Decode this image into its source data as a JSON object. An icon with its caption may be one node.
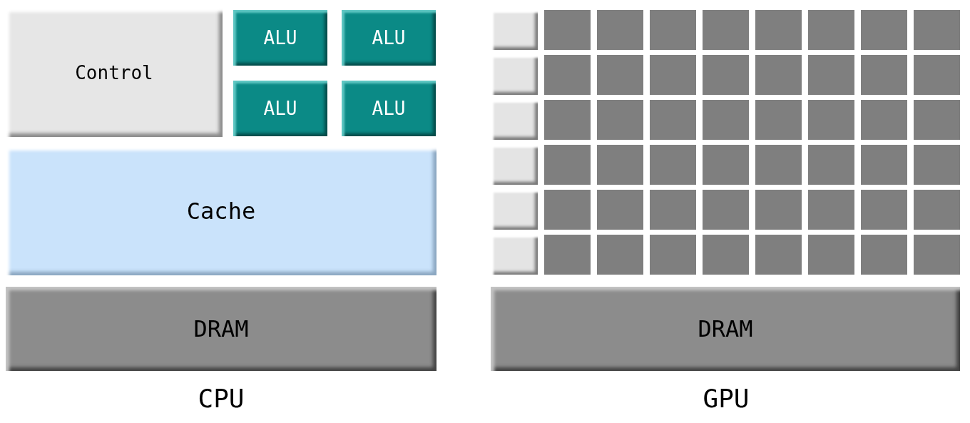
{
  "diagram": {
    "nodes": [
      {
        "text": [
          "Control"
        ]
      },
      {
        "text": [
          "ALU"
        ]
      },
      {
        "text": [
          "ALU"
        ]
      },
      {
        "text": [
          "ALU"
        ]
      },
      {
        "text": [
          "ALU"
        ]
      },
      {
        "text": [
          "Cache"
        ]
      },
      {
        "text": [
          "DRAM"
        ]
      },
      {
        "text": [],
        "shape": "box"
      },
      {
        "text": [],
        "shape": "box"
      },
      {
        "text": [],
        "shape": "box"
      },
      {
        "text": [],
        "shape": "box"
      },
      {
        "text": [],
        "shape": "box"
      },
      {
        "text": [],
        "shape": "box"
      },
      {
        "text": [],
        "shape": "box"
      },
      {
        "text": [],
        "shape": "box"
      },
      {
        "text": [],
        "shape": "box"
      },
      {
        "text": [],
        "shape": "box"
      },
      {
        "text": [],
        "shape": "box"
      },
      {
        "text": [],
        "shape": "box"
      },
      {
        "text": [],
        "shape": "box"
      },
      {
        "text": [],
        "shape": "box"
      },
      {
        "text": [],
        "shape": "box"
      },
      {
        "text": [],
        "shape": "box"
      },
      {
        "text": [],
        "shape": "box"
      },
      {
        "text": [],
        "shape": "box"
      },
      {
        "text": [],
        "shape": "box"
      },
      {
        "text": [],
        "shape": "box"
      },
      {
        "text": [],
        "shape": "box"
      },
      {
        "text": [],
        "shape": "box"
      },
      {
        "text": [],
        "shape": "box"
      },
      {
        "text": [],
        "shape": "box"
      },
      {
        "text": [],
        "shape": "box"
      },
      {
        "text": [],
        "shape": "box"
      },
      {
        "text": [],
        "shape": "box"
      },
      {
        "text": [],
        "shape": "box"
      },
      {
        "text": [],
        "shape": "box"
      },
      {
        "text": [],
        "shape": "box"
      },
      {
        "text": [],
        "shape": "box"
      },
      {
        "text": [],
        "shape": "box"
      },
      {
        "text": [],
        "shape": "box"
      },
      {
        "text": [],
        "shape": "box"
      },
      {
        "text": [],
        "shape": "box"
      },
      {
        "text": [],
        "shape": "box"
      },
      {
        "text": [],
        "shape": "box"
      },
      {
        "text": [],
        "shape": "box"
      },
      {
        "text": [],
        "shape": "box"
      },
      {
        "text": [],
        "shape": "box"
      },
      {
        "text": [],
        "shape": "box"
      },
      {
        "text": [],
        "shape": "box"
      },
      {
        "text": [],
        "shape": "box"
      },
      {
        "text": [],
        "shape": "box"
      },
      {
        "text": [],
        "shape": "box"
      },
      {
        "text": [],
        "shape": "box"
      },
      {
        "text": [],
        "shape": "box"
      },
      {
        "text": [],
        "shape": "box"
      },
      {
        "text": [],
        "shape": "box"
      },
      {
        "text": [],
        "shape": "box"
      },
      {
        "text": [],
        "shape": "box"
      },
      {
        "text": [],
        "shape": "box"
      },
      {
        "text": [],
        "shape": "box"
      },
      {
        "text": [],
        "shape": "box"
      },
      {
        "text": [
          "DRAM"
        ]
      }
    ],
    "edges": [],
    "labels": [
      "CPU",
      "GPU"
    ]
  }
}
